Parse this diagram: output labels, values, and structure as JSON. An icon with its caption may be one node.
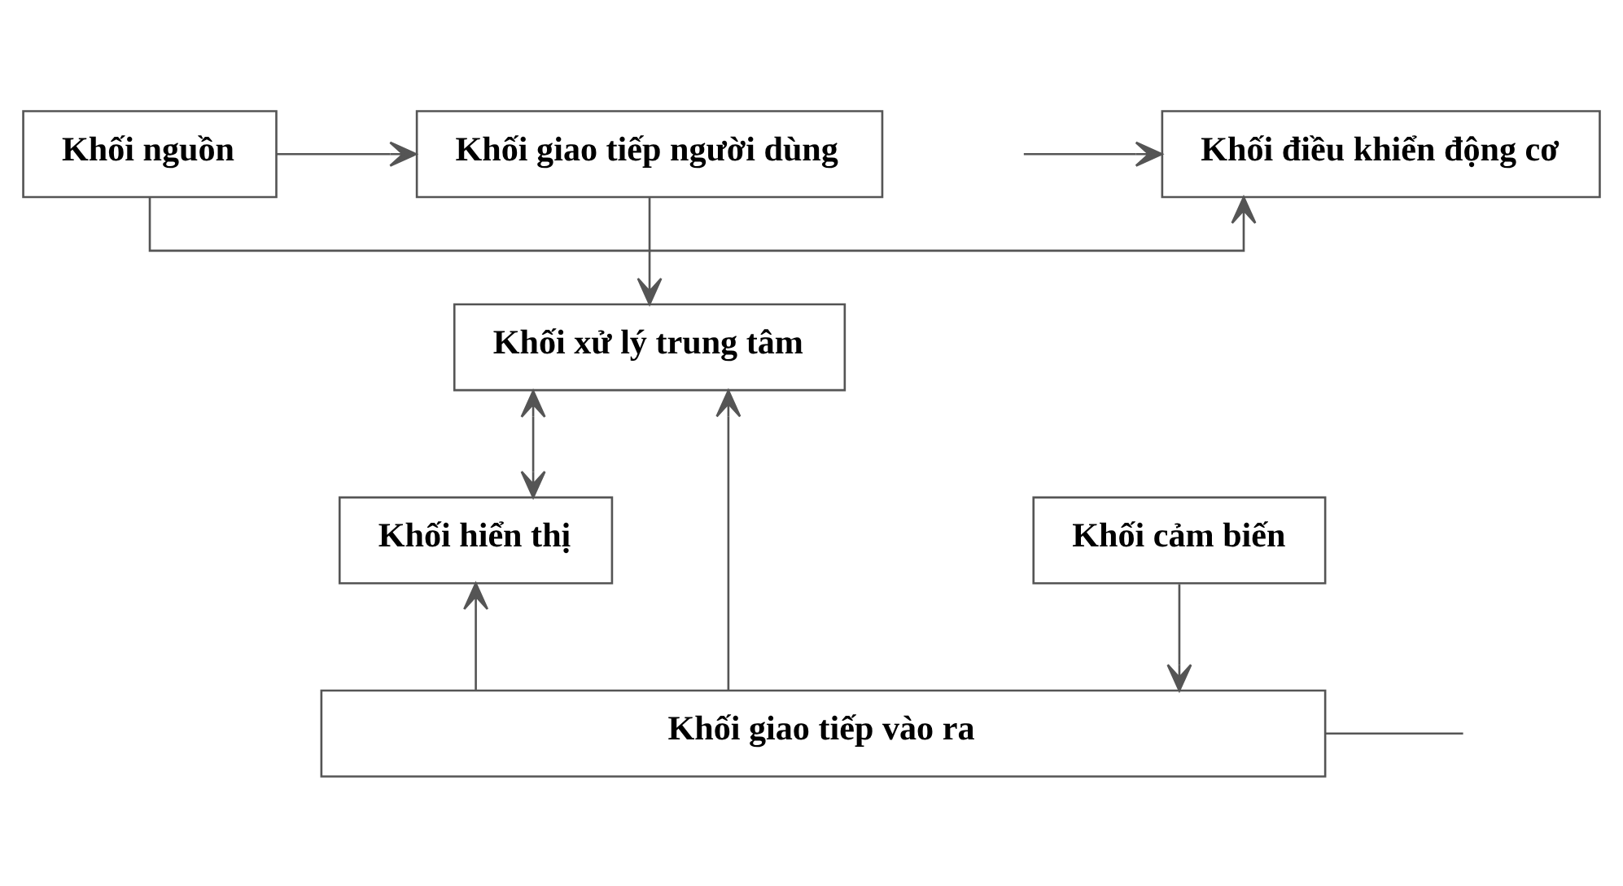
{
  "diagram": {
    "nodes": [
      {
        "text": [
          "Khối giao tiếp người dùng"
        ]
      },
      {
        "text": [
          "Khối nguồn"
        ]
      },
      {
        "text": [
          "Khối điều khiển động cơ"
        ]
      },
      {
        "text": [
          "Khối xử lý trung tâm"
        ]
      },
      {
        "text": [
          "Khối cảm biến"
        ]
      },
      {
        "text": [
          "Khối hiển thị"
        ]
      },
      {
        "text": [
          "Khối giao tiếp vào ra"
        ]
      }
    ],
    "edges": [
      {
        "from": 1,
        "to": 0,
        "arrow": "to"
      },
      {
        "from": 1,
        "to": 2,
        "arrow": "to"
      },
      {
        "from": null,
        "to": 2,
        "arrow": "to"
      },
      {
        "from": 0,
        "to": 3,
        "arrow": "to"
      },
      {
        "from": 3,
        "to": 5,
        "arrow": "both"
      },
      {
        "from": 4,
        "to": 6,
        "arrow": "to"
      },
      {
        "from": 6,
        "to": 3,
        "arrow": "to"
      },
      {
        "from": 6,
        "to": 5,
        "arrow": "to"
      },
      {
        "from": 6,
        "to": null,
        "arrow": "none"
      }
    ]
  }
}
